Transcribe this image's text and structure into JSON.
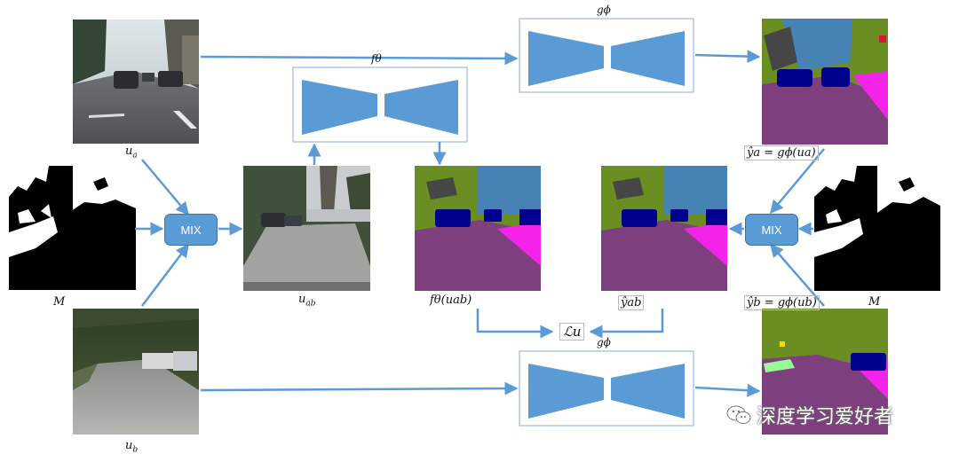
{
  "nodes": {
    "u_a": {
      "sym": "u",
      "sub": "a"
    },
    "u_b": {
      "sym": "u",
      "sub": "b"
    },
    "u_ab": {
      "sym": "u",
      "sub": "ab"
    },
    "mask_left": {
      "sym": "M"
    },
    "mask_right": {
      "sym": "M"
    },
    "mix_left": {
      "label": "MIX"
    },
    "mix_right": {
      "label": "MIX"
    },
    "f_theta": {
      "label": "fθ"
    },
    "g_phi_top": {
      "label": "gϕ"
    },
    "g_phi_bottom": {
      "label": "gϕ"
    },
    "pred_mix": {
      "label": "fθ(uab)"
    },
    "target_mix": {
      "label": "ŷab"
    },
    "pred_a": {
      "label": "ŷa = gϕ(ua)"
    },
    "pred_b": {
      "label": "ŷb = gϕ(ub)"
    },
    "loss": {
      "label": "ℒu"
    }
  },
  "watermark": {
    "text": "深度学习爱好者"
  },
  "colors": {
    "arrow": "#5b9bd5",
    "network": "#5b9bd5",
    "seg_road": "#7e3f7e",
    "seg_vegetation": "#6b8e23",
    "seg_sky": "#4682b4",
    "seg_car": "#00008e",
    "seg_sidewalk": "#f423e8",
    "seg_building": "#464646"
  }
}
